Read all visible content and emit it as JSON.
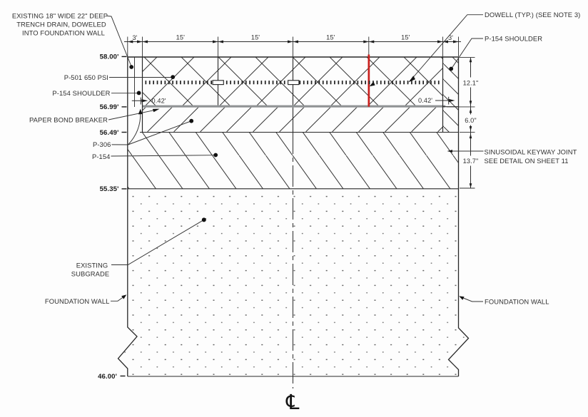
{
  "drawing": {
    "type": "pavement-cross-section",
    "callouts_left": {
      "trench_note_line1": "EXISTING 18\" WIDE 22\" DEEP",
      "trench_note_line2": "TRENCH DRAIN, DOWELED",
      "trench_note_line3": "INTO FOUNDATION WALL",
      "p501": "P-501 650 PSI",
      "p154_shoulder": "P-154 SHOULDER",
      "paper_bond_breaker": "PAPER BOND BREAKER",
      "p306": "P-306",
      "p154": "P-154",
      "existing_subgrade_line1": "EXISTING",
      "existing_subgrade_line2": "SUBGRADE",
      "foundation_wall": "FOUNDATION WALL"
    },
    "callouts_right": {
      "dowell": "DOWELL (TYP.) (SEE NOTE 3)",
      "p154_shoulder": "P-154 SHOULDER",
      "keyway_line1": "SINUSOIDAL KEYWAY JOINT",
      "keyway_line2": "SEE DETAIL ON SHEET 11",
      "foundation_wall": "FOUNDATION WALL"
    },
    "elevations": {
      "pavement_top": "58.00'",
      "bond_breaker": "56.99'",
      "p306_bottom": "56.49'",
      "subgrade_top": "55.35'",
      "section_bottom": "46.00'"
    },
    "top_dimensions": [
      "3'",
      "15'",
      "15'",
      "15'",
      "15'",
      "3'"
    ],
    "side_dimensions": {
      "p501_thickness": "12.1\"",
      "p306_thickness": "6.0\"",
      "p154_thickness": "13.7\""
    },
    "offset_dimensions": {
      "left": "0.42'",
      "right": "0.42'"
    },
    "centerline_symbol": "℄",
    "colors": {
      "line": "#2e2e2e",
      "accent_red": "#c9201d",
      "bond_breaker_grey": "#8f9294"
    }
  }
}
